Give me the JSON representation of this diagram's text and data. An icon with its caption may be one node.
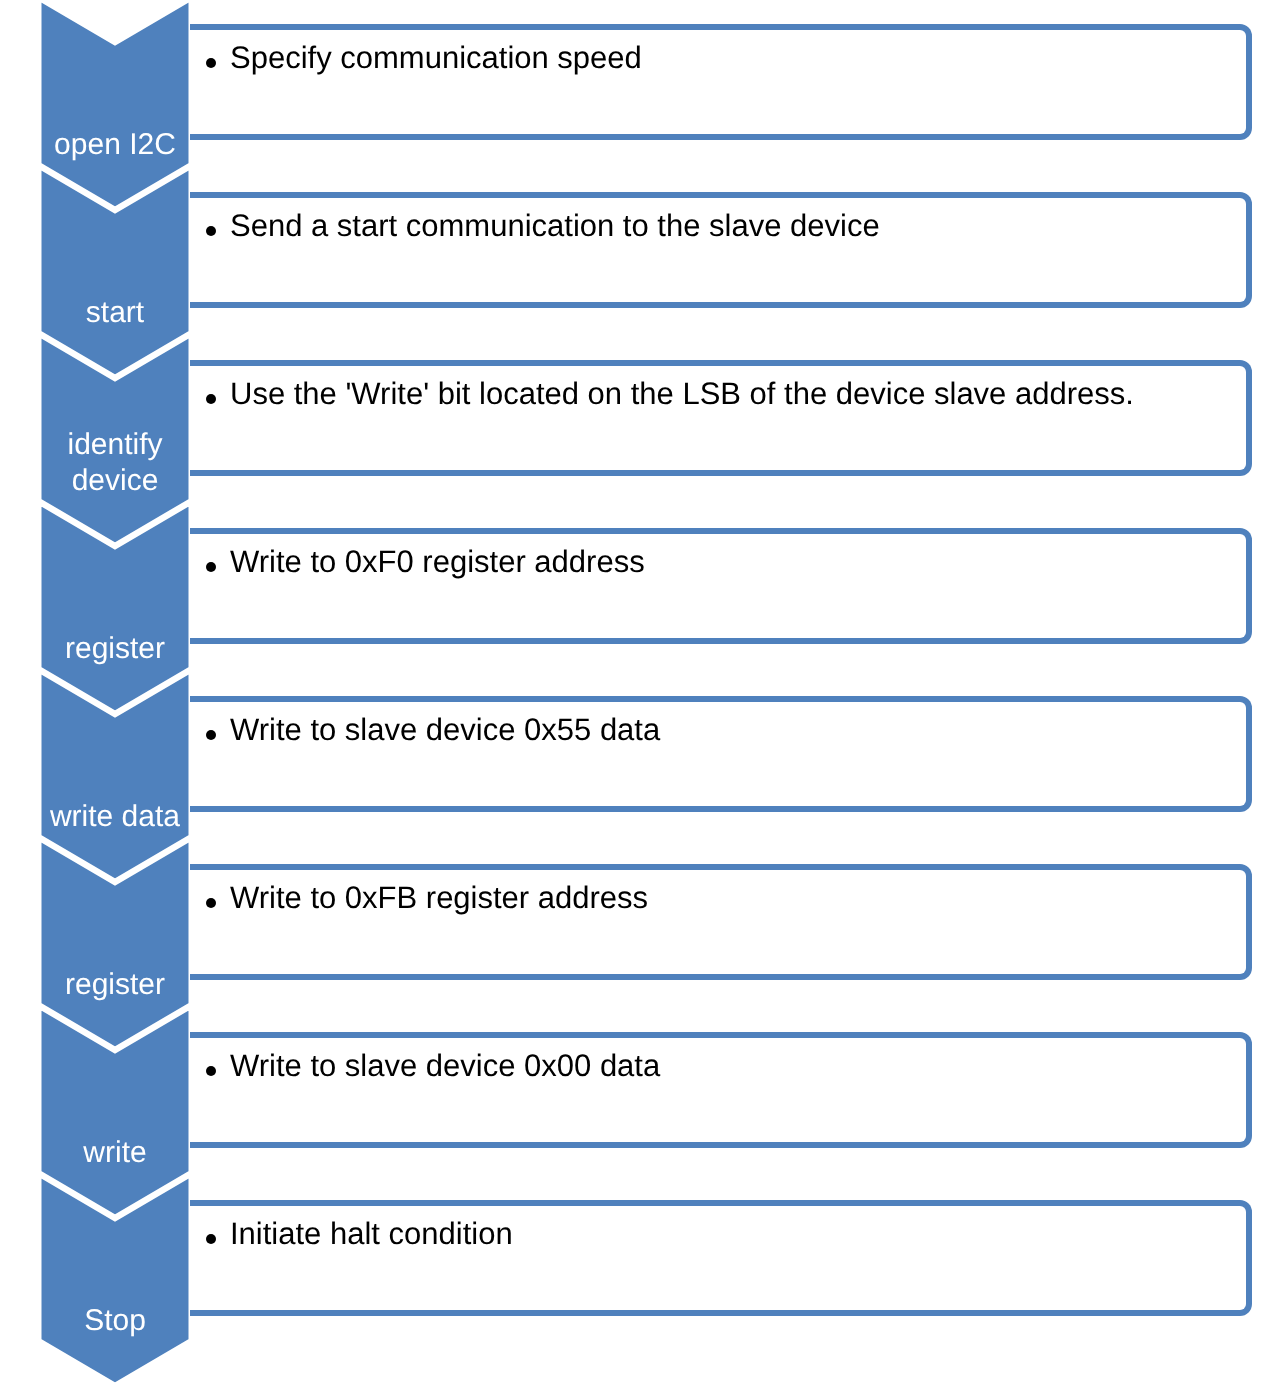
{
  "diagram": {
    "nodes": [
      {
        "text": [
          "open I2C"
        ]
      },
      {
        "text": [
          "Specify communication speed"
        ]
      },
      {
        "text": [
          "start"
        ]
      },
      {
        "text": [
          "Send a start communication to the slave device"
        ]
      },
      {
        "text": [
          "identify device"
        ]
      },
      {
        "text": [
          "Use the 'Write' bit located on the LSB of the device slave address."
        ]
      },
      {
        "text": [
          "register"
        ]
      },
      {
        "text": [
          "Write to 0xF0 register address"
        ]
      },
      {
        "text": [
          "write data"
        ]
      },
      {
        "text": [
          "Write to slave device 0x55 data"
        ]
      },
      {
        "text": [
          "register"
        ]
      },
      {
        "text": [
          "Write to 0xFB register address"
        ]
      },
      {
        "text": [
          "write"
        ]
      },
      {
        "text": [
          "Write to slave device 0x00 data"
        ]
      },
      {
        "text": [
          "Stop"
        ]
      },
      {
        "text": [
          "Initiate halt condition"
        ]
      }
    ]
  }
}
